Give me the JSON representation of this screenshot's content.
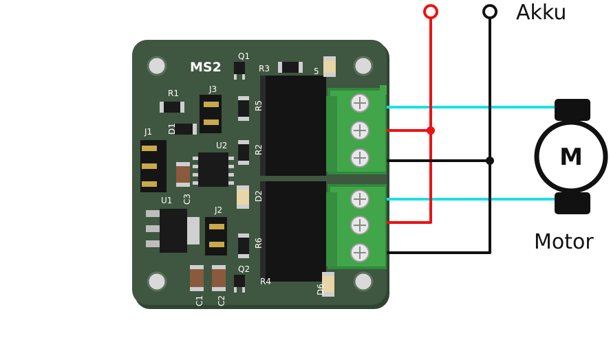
{
  "labels": {
    "board": "MS2",
    "battery": "Akku",
    "motor": "Motor",
    "motor_symbol": "M"
  },
  "silkscreen": {
    "q1": "Q1",
    "q2": "Q2",
    "r1": "R1",
    "r2": "R2",
    "r3": "R3",
    "r4": "R4",
    "r5": "R5",
    "r6": "R6",
    "j1": "J1",
    "j2": "J2",
    "j3": "J3",
    "d1": "D1",
    "d2": "D2",
    "d5": "5",
    "d6": "D6",
    "u1": "U1",
    "u2": "U2",
    "c1": "C1",
    "c2": "C2",
    "c3": "C3"
  },
  "colors": {
    "pcb": "#3f5640",
    "positive_wire": "#ee1111",
    "negative_wire": "#111111",
    "motor_wire": "#19e0e8",
    "terminal_block": "#41a64a"
  }
}
